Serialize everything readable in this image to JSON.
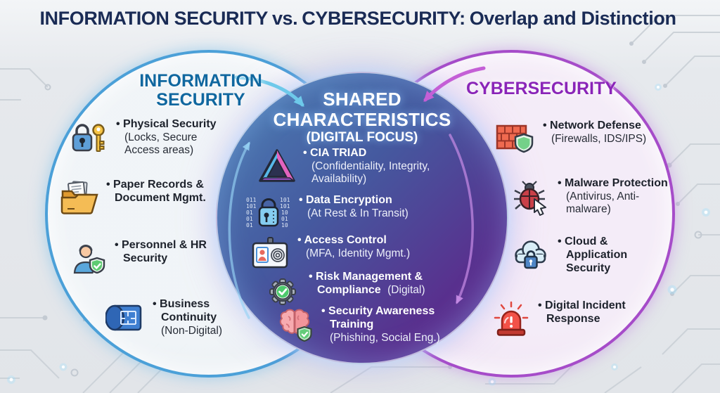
{
  "title": {
    "part1": "INFORMATION SECURITY",
    "vs": "vs.",
    "part2": "CYBERSECURITY:",
    "part3": "Overlap and Distinction"
  },
  "colors": {
    "title_text": "#1A2B55",
    "left_circle_stroke": "#4BA0D8",
    "left_label": "#10679F",
    "right_circle_stroke": "#A64CC9",
    "right_label": "#8A25B8",
    "center_gradient_top": "#4D82B6",
    "center_gradient_bottom": "#5C2F8E",
    "center_text": "#FFFFFF"
  },
  "icons": {
    "binary_left": [
      "011",
      "101",
      "01",
      "01",
      "01"
    ],
    "binary_right": [
      "101",
      "101",
      "10",
      "01",
      "10"
    ]
  },
  "venn": {
    "left": {
      "label": "INFORMATION SECURITY",
      "items": [
        {
          "icon": "lock-and-key-icon",
          "title": "• Physical Security",
          "subtitle": "(Locks, Secure Access areas)"
        },
        {
          "icon": "folder-documents-icon",
          "title": "• Paper Records & Document Mgmt.",
          "subtitle": ""
        },
        {
          "icon": "person-shield-icon",
          "title": "• Personnel & HR Security",
          "subtitle": ""
        },
        {
          "icon": "blueprint-icon",
          "title": "• Business Continuity",
          "subtitle": "(Non-Digital)"
        }
      ]
    },
    "center": {
      "title": "SHARED CHARACTERISTICS",
      "subtitle": "(DIGITAL FOCUS)",
      "items": [
        {
          "icon": "cia-triangle-icon",
          "title": "• CIA TRIAD",
          "subtitle": "(Confidentiality, Integrity, Availability)"
        },
        {
          "icon": "encrypted-lock-icon",
          "title": "• Data Encryption",
          "subtitle": "(At Rest & In Transit)"
        },
        {
          "icon": "id-card-fingerprint-icon",
          "title": "• Access Control",
          "subtitle": "(MFA, Identity Mgmt.)"
        },
        {
          "icon": "gear-check-icon",
          "title": "• Risk Management & Compliance",
          "subtitle": "(Digital)"
        },
        {
          "icon": "brain-shield-icon",
          "title": "• Security Awareness Training",
          "subtitle": "(Phishing, Social Eng.)"
        }
      ]
    },
    "right": {
      "label": "CYBERSECURITY",
      "items": [
        {
          "icon": "brick-wall-shield-icon",
          "title": "• Network Defense",
          "subtitle": "(Firewalls, IDS/IPS)"
        },
        {
          "icon": "bug-cursor-icon",
          "title": "• Malware Protection",
          "subtitle": "(Antivirus, Anti-malware)"
        },
        {
          "icon": "cloud-lock-icon",
          "title": "• Cloud & Application Security",
          "subtitle": ""
        },
        {
          "icon": "siren-icon",
          "title": "• Digital Incident Response",
          "subtitle": ""
        }
      ]
    }
  }
}
